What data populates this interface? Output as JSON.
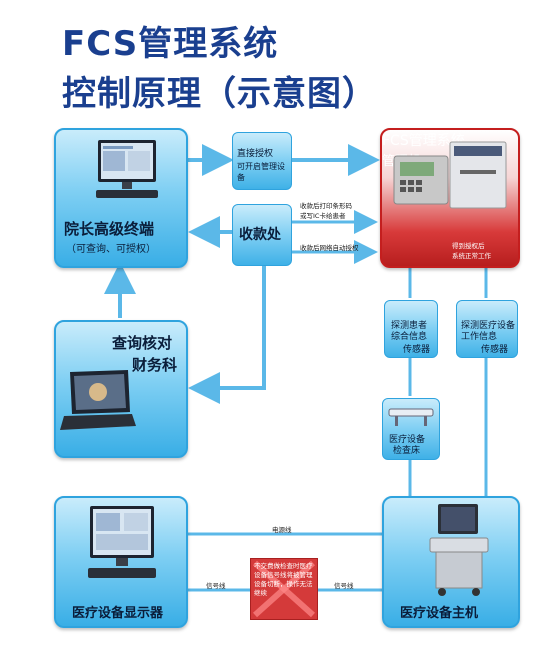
{
  "title": {
    "line1": "FCS管理系统",
    "line2": "控制原理（示意图）"
  },
  "nodes": {
    "dean_terminal": {
      "line1": "院长高级终端",
      "line2": "（可查询、可授权）"
    },
    "direct_auth": {
      "line1": "直接授权",
      "line2": "可开启管理设备"
    },
    "cashier": {
      "label": "收款处"
    },
    "fcs_machine": {
      "line1": "FCS管理系统",
      "line2": "管理机",
      "note1": "得到授权后",
      "note2": "系统正常工作"
    },
    "finance": {
      "line1": "查询核对",
      "line2": "财务科"
    },
    "patient_sensor": {
      "line1": "探测患者",
      "line2": "综合信息",
      "line3": "传感器"
    },
    "device_sensor": {
      "line1": "探测医疗设备",
      "line2": "工作信息",
      "line3": "传感器"
    },
    "exam_bed": {
      "line1": "医疗设备",
      "line2": "检查床"
    },
    "device_display": {
      "label": "医疗设备显示器"
    },
    "device_host": {
      "label": "医疗设备主机"
    },
    "blocked_notice": {
      "text": "不交费做检查时医疗设备信号线将被管理设备切断，操作无法继续"
    }
  },
  "edges": {
    "pay_print": {
      "line1": "收款后打印条形码",
      "line2": "或写IC卡给患者"
    },
    "pay_auth": "收款后网络自动授权",
    "power_line": "电源线",
    "signal_left": "信号线",
    "signal_right": "信号线"
  },
  "colors": {
    "title": "#1a3f8f",
    "panel": "#39aee6",
    "arrow": "#5bb8e8",
    "fcs_red": "#c41e1e"
  }
}
